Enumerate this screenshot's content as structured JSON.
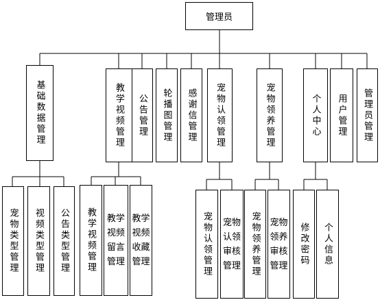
{
  "diagram": {
    "root": "管理员",
    "modules": {
      "basic_data": "基础数据管理",
      "teaching_video": "教学视频管理",
      "notice": "公告管理",
      "carousel": "轮播图管理",
      "thanks_letter": "感谢信管理",
      "pet_claim": "宠物认领管理",
      "pet_adopt": "宠物领养管理",
      "personal_center": "个人中心",
      "user": "用户管理",
      "admin": "管理员管理"
    },
    "leaves": {
      "pet_type": "宠物类型管理",
      "video_type": "视频类型管理",
      "notice_type": "公告类型管理",
      "teaching_video_mgmt": "教学视频管理",
      "video_comment": "教学视频留言管理",
      "video_favorite": "教学视频收藏管理",
      "pet_claim_mgmt": "宠物认领管理",
      "pet_claim_review": "宠物认领审核管理",
      "pet_adopt_mgmt": "宠物领养管理",
      "pet_adopt_review": "宠物领养审核管理",
      "change_password": "修改密码",
      "personal_info": "个人信息"
    }
  }
}
